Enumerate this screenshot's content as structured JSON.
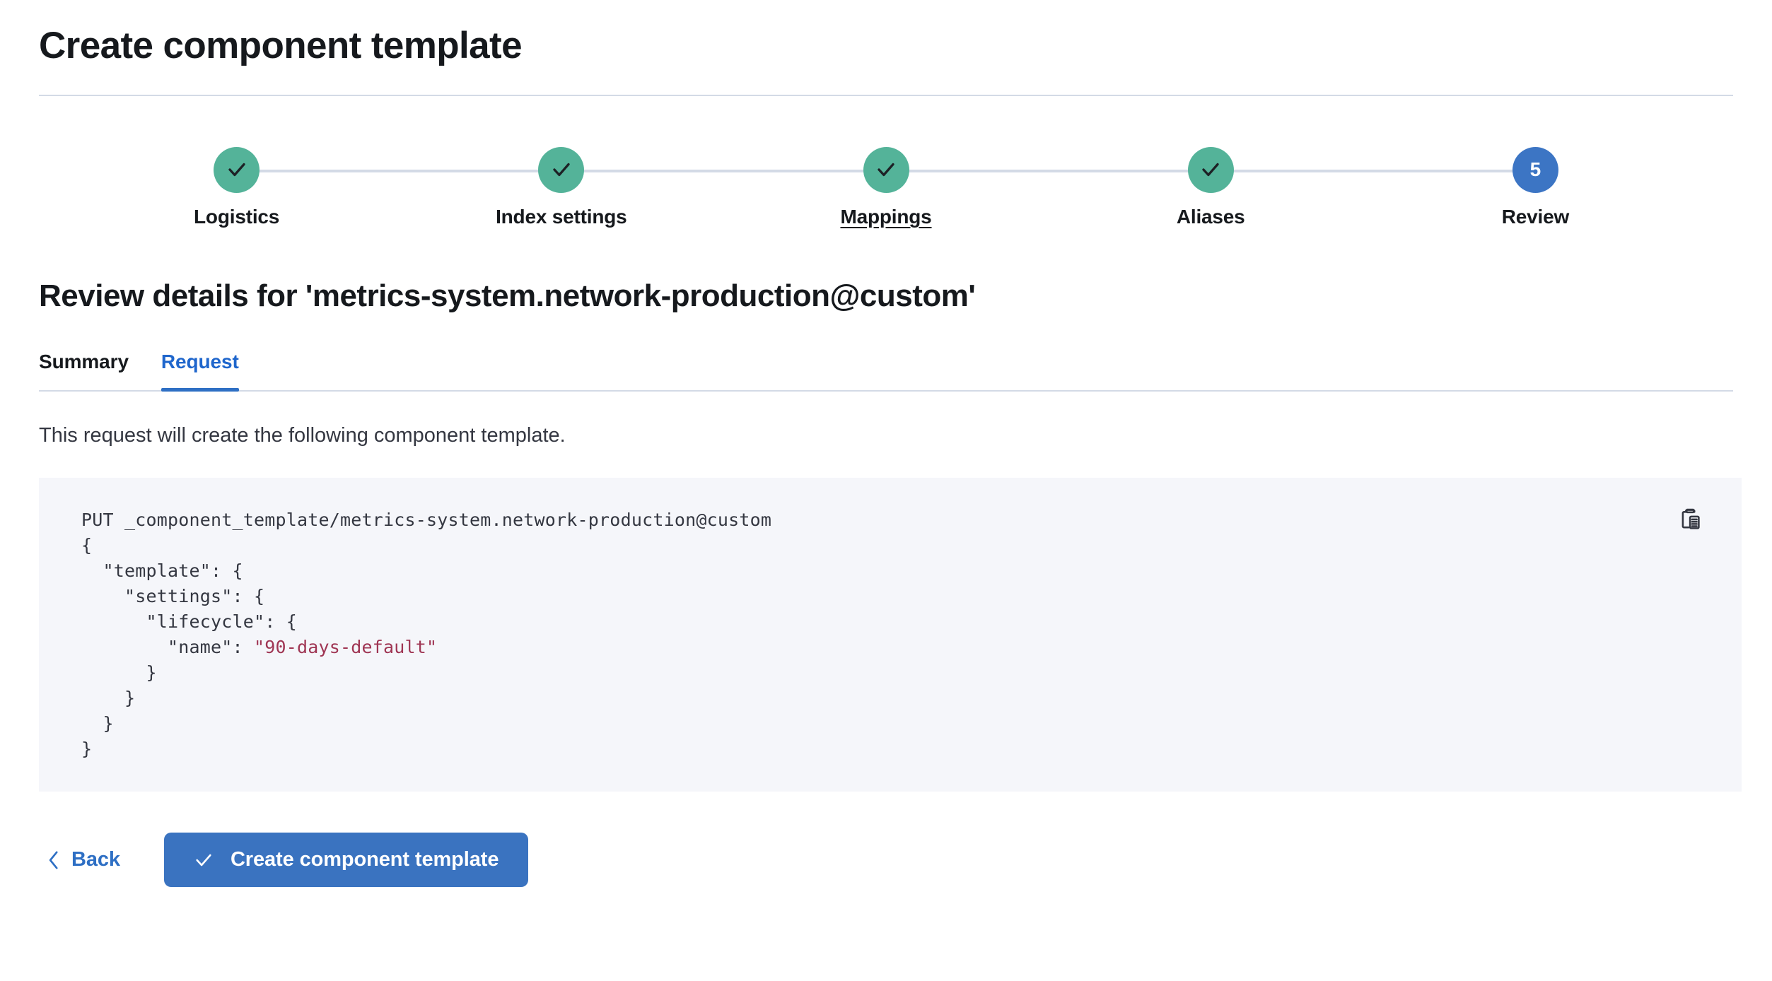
{
  "page": {
    "title": "Create component template"
  },
  "stepper": {
    "steps": [
      {
        "label": "Logistics",
        "state": "done",
        "icon": "check-icon",
        "number": "1",
        "hovered": false
      },
      {
        "label": "Index settings",
        "state": "done",
        "icon": "check-icon",
        "number": "2",
        "hovered": false
      },
      {
        "label": "Mappings",
        "state": "done",
        "icon": "check-icon",
        "number": "3",
        "hovered": true
      },
      {
        "label": "Aliases",
        "state": "done",
        "icon": "check-icon",
        "number": "4",
        "hovered": false
      },
      {
        "label": "Review",
        "state": "current",
        "icon": "",
        "number": "5",
        "hovered": false
      }
    ],
    "colors": {
      "done": "#54b399",
      "current": "#3c75c4",
      "connector": "#d3dae6"
    }
  },
  "review": {
    "heading": "Review details for 'metrics-system.network-production@custom'",
    "tabs": [
      {
        "label": "Summary",
        "active": false
      },
      {
        "label": "Request",
        "active": true
      }
    ],
    "description": "This request will create the following component template.",
    "code": {
      "request_line": "PUT _component_template/metrics-system.network-production@custom",
      "body_before_string": "{\n  \"template\": {\n    \"settings\": {\n      \"lifecycle\": {\n        \"name\": ",
      "string_value": "\"90-days-default\"",
      "body_after_string": "\n      }\n    }\n  }\n}",
      "copy_icon": "copy-clipboard-icon",
      "string_color": "#9f3553",
      "background": "#f5f6fa"
    }
  },
  "footer": {
    "back_label": "Back",
    "back_icon": "chevron-left-icon",
    "submit_label": "Create component template",
    "submit_icon": "check-icon",
    "submit_color": "#3a73c0"
  }
}
